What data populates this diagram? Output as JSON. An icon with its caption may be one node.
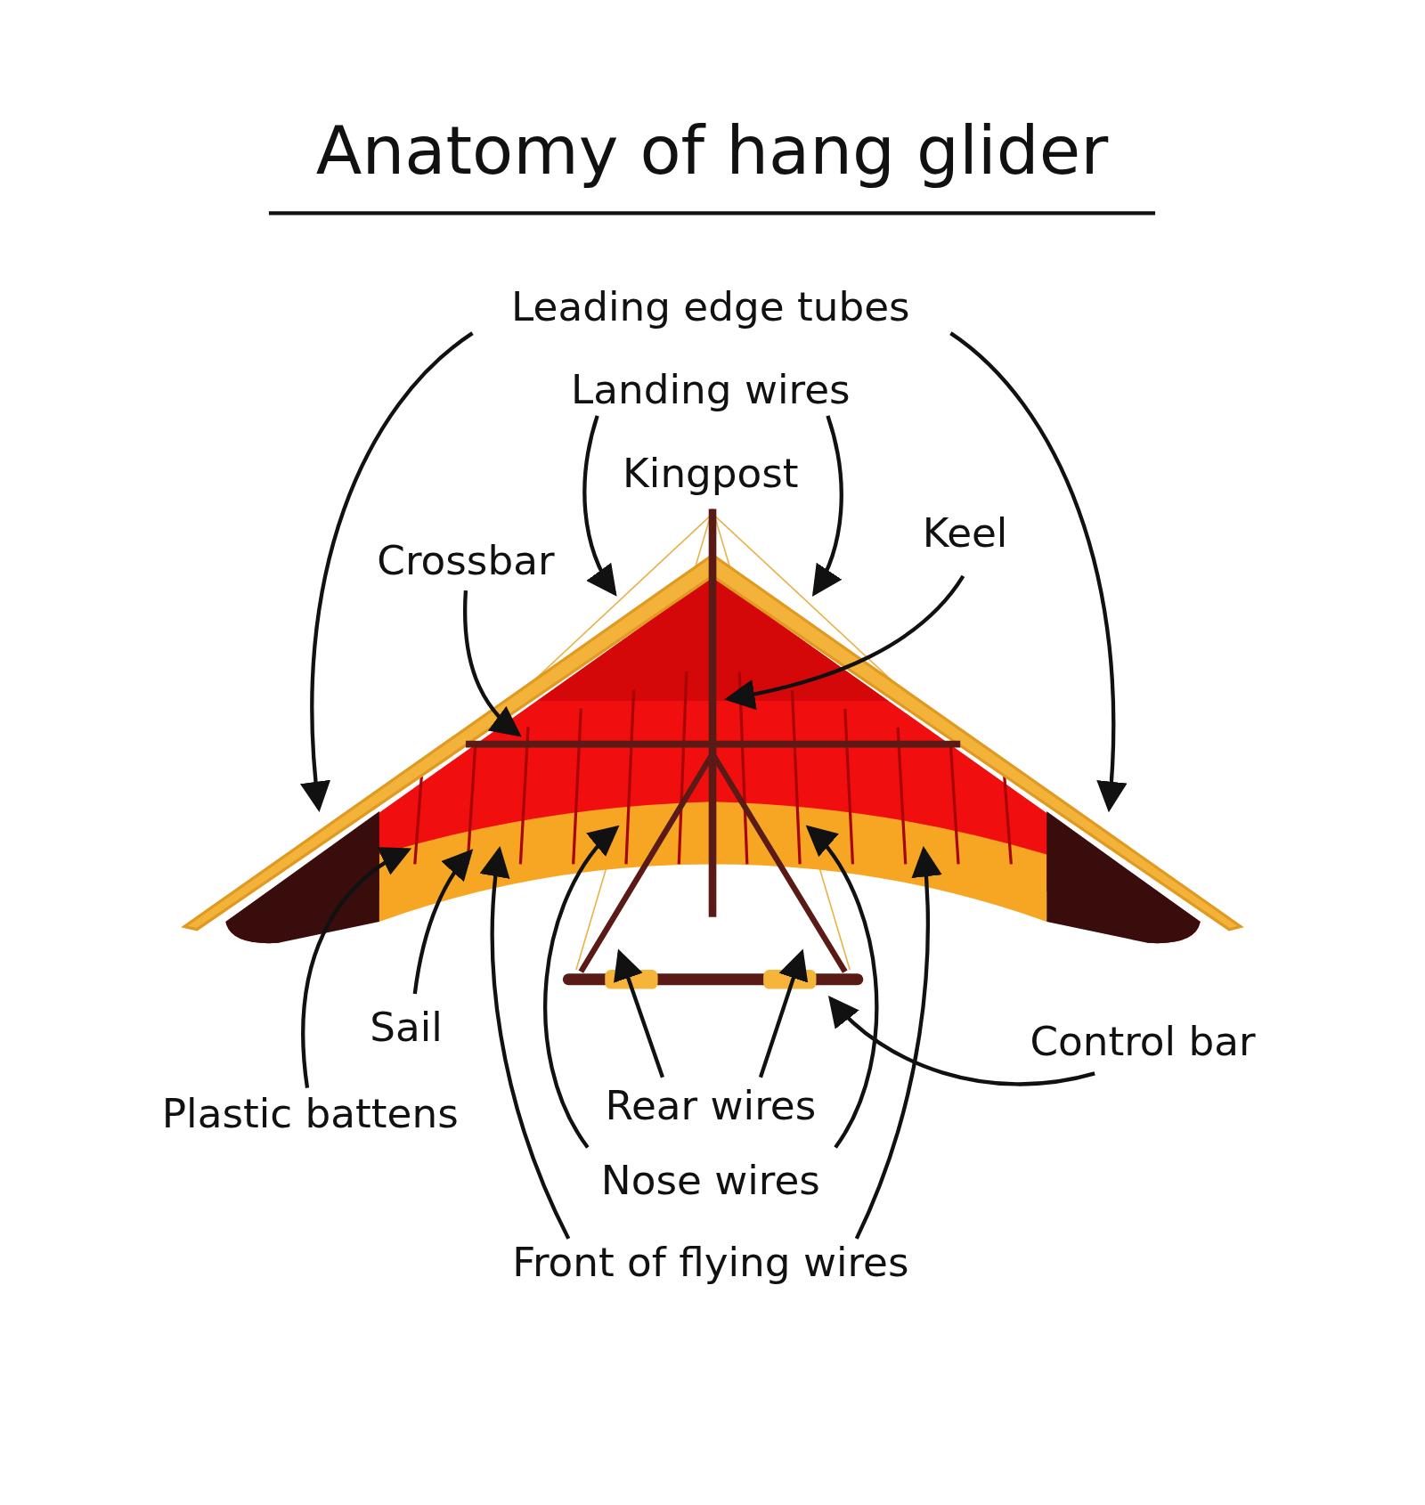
{
  "diagram": {
    "title": "Anatomy of hang glider",
    "nodes": [
      {
        "text": [
          "Leading edge tubes"
        ]
      },
      {
        "text": [
          "Landing wires"
        ]
      },
      {
        "text": [
          "Crossbar"
        ]
      },
      {
        "text": [
          "Keel"
        ]
      },
      {
        "text": [
          "Sail"
        ]
      },
      {
        "text": [
          "Plastic battens"
        ]
      },
      {
        "text": [
          "Rear wires"
        ]
      },
      {
        "text": [
          "Nose wires"
        ]
      },
      {
        "text": [
          "Control bar"
        ]
      },
      {
        "text": [
          "Front of flying wires"
        ]
      }
    ],
    "edges": [
      {
        "from": 0,
        "to": null,
        "arrow": "to"
      },
      {
        "from": 0,
        "to": null,
        "arrow": "to"
      },
      {
        "from": 1,
        "to": null,
        "arrow": "to"
      },
      {
        "from": 1,
        "to": null,
        "arrow": "to"
      },
      {
        "from": 3,
        "to": null,
        "arrow": "to"
      },
      {
        "from": 2,
        "to": null,
        "arrow": "to"
      },
      {
        "from": 4,
        "to": null,
        "arrow": "to"
      },
      {
        "from": 5,
        "to": null,
        "arrow": "to"
      },
      {
        "from": 9,
        "to": null,
        "arrow": "to"
      },
      {
        "from": 9,
        "to": null,
        "arrow": "to"
      },
      {
        "from": 7,
        "to": null,
        "arrow": "to"
      },
      {
        "from": 7,
        "to": null,
        "arrow": "to"
      },
      {
        "from": 6,
        "to": null,
        "arrow": "to"
      },
      {
        "from": 6,
        "to": null,
        "arrow": "to"
      },
      {
        "from": 8,
        "to": null,
        "arrow": "to"
      }
    ],
    "labels": [
      "Kingpost"
    ]
  }
}
